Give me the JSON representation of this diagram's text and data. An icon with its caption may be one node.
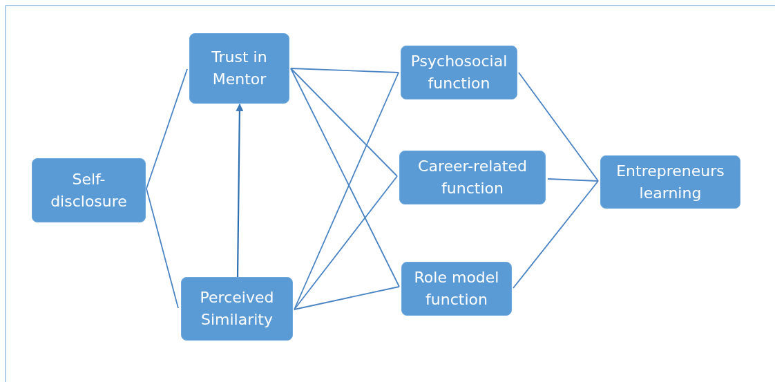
{
  "diagram": {
    "nodes": [
      {
        "text": [
          "Self-disclosure"
        ]
      },
      {
        "text": [
          "Trust in Mentor"
        ]
      },
      {
        "text": [
          "Perceived Similarity"
        ]
      },
      {
        "text": [
          "Psychosocial function"
        ]
      },
      {
        "text": [
          "Career-related function"
        ]
      },
      {
        "text": [
          "Role model function"
        ]
      },
      {
        "text": [
          "Entrepreneurs learning"
        ]
      }
    ],
    "edges": [
      {
        "from": 0,
        "to": 1,
        "arrow": "none"
      },
      {
        "from": 0,
        "to": 2,
        "arrow": "none"
      },
      {
        "from": 2,
        "to": 1,
        "arrow": "to"
      },
      {
        "from": 1,
        "to": 3,
        "arrow": "none"
      },
      {
        "from": 1,
        "to": 4,
        "arrow": "none"
      },
      {
        "from": 1,
        "to": 5,
        "arrow": "none"
      },
      {
        "from": 2,
        "to": 3,
        "arrow": "none"
      },
      {
        "from": 2,
        "to": 4,
        "arrow": "none"
      },
      {
        "from": 2,
        "to": 5,
        "arrow": "none"
      },
      {
        "from": 3,
        "to": 6,
        "arrow": "none"
      },
      {
        "from": 4,
        "to": 6,
        "arrow": "none"
      },
      {
        "from": 5,
        "to": 6,
        "arrow": "none"
      }
    ]
  }
}
